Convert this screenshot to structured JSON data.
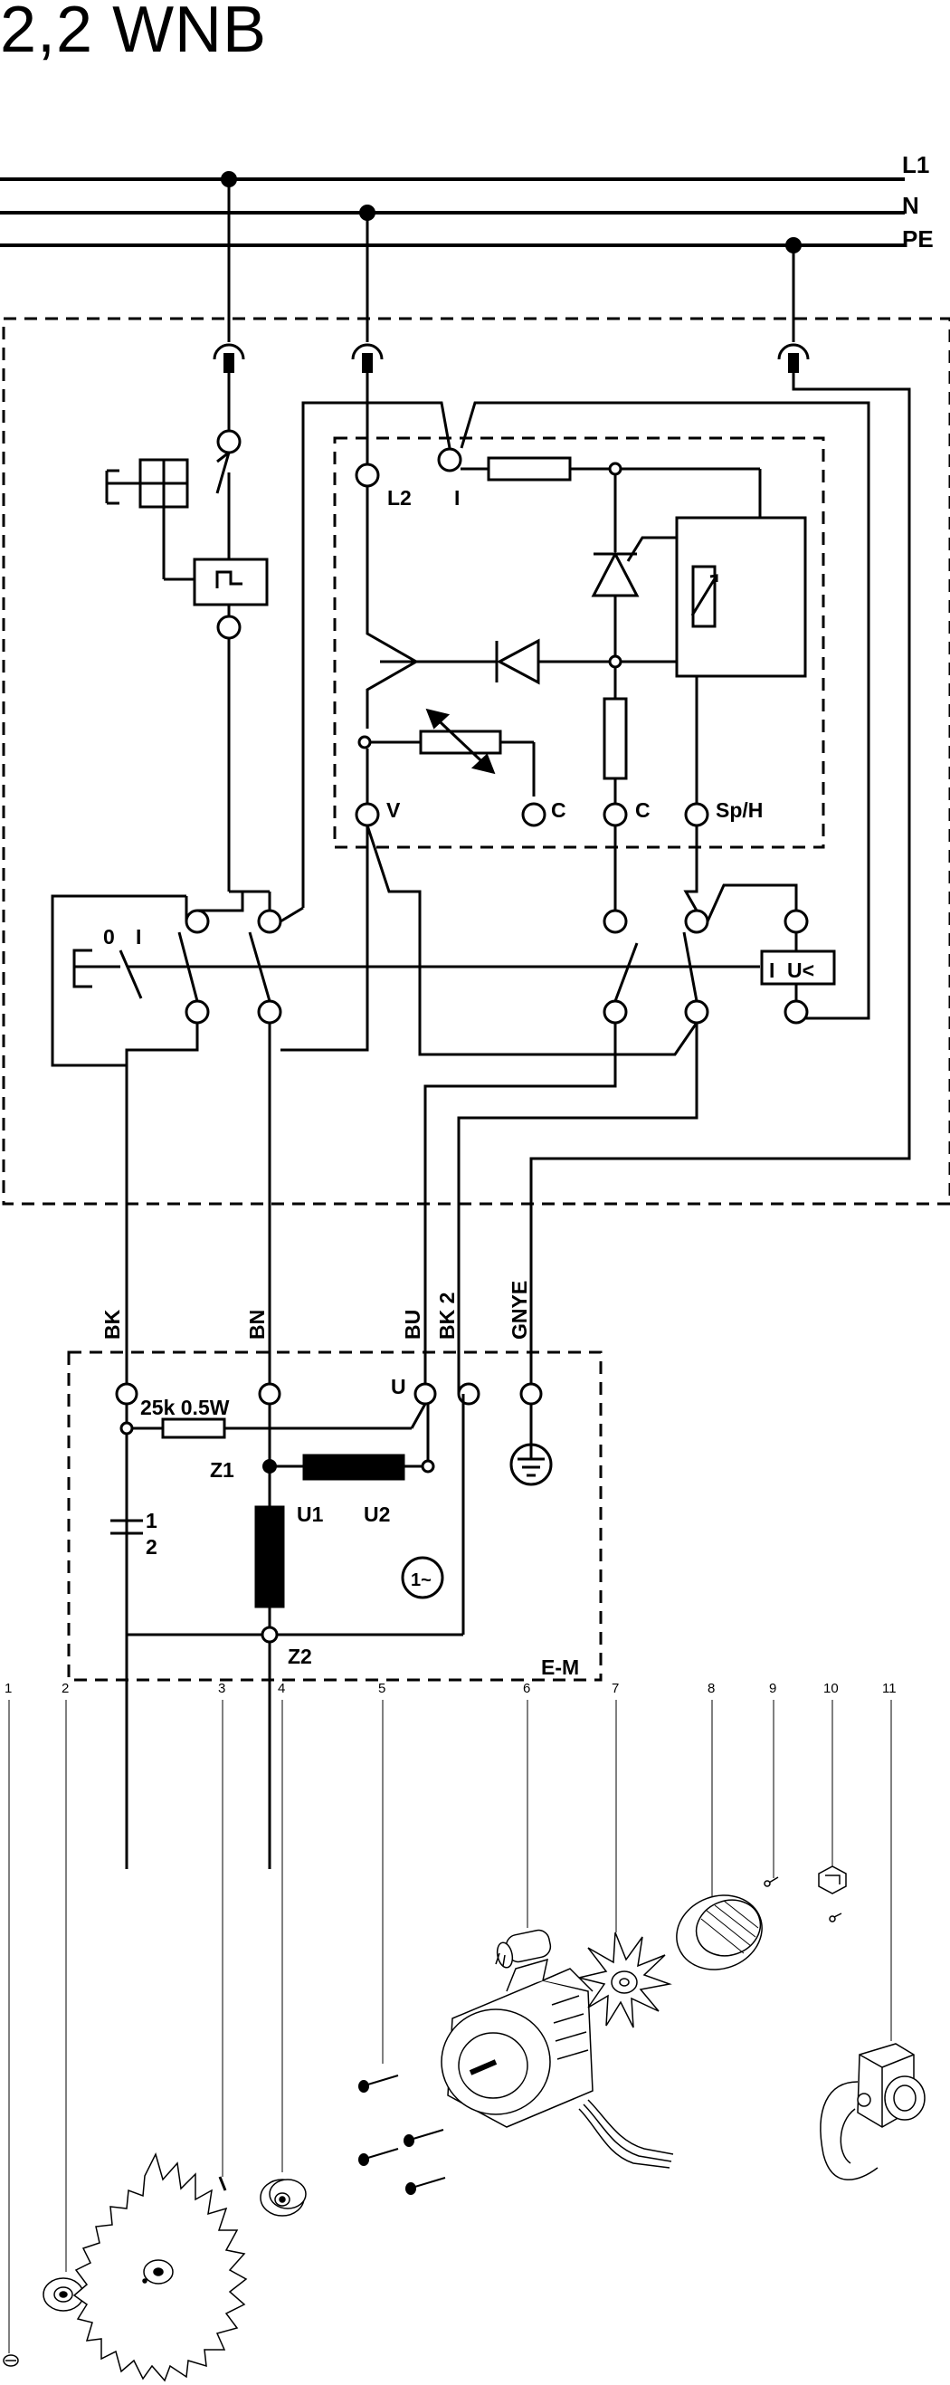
{
  "title": "2,2 WNB",
  "supply": {
    "l1": "L1",
    "n": "N",
    "pe": "PE"
  },
  "control_unit": {
    "l2": "L2",
    "i": "I",
    "v": "V",
    "c1": "C",
    "c2": "C",
    "sph": "Sp/H"
  },
  "main_switch": {
    "off": "0",
    "on": "I",
    "undervoltage": "U<",
    "undervoltage_i": "I"
  },
  "wires": {
    "bk": "BK",
    "bn": "BN",
    "bu": "BU",
    "bk2": "BK 2",
    "gnye": "GNYE"
  },
  "motor": {
    "resistor": "25k 0.5W",
    "u": "U",
    "z1": "Z1",
    "z2": "Z2",
    "u1": "U1",
    "u2": "U2",
    "cap1": "1",
    "cap2": "2",
    "single_phase": "1~",
    "box_label": "E-M"
  },
  "parts": [
    "1",
    "2",
    "3",
    "4",
    "5",
    "6",
    "7",
    "8",
    "9",
    "10",
    "11"
  ],
  "colors": {
    "line": "#000000",
    "background": "#ffffff"
  }
}
